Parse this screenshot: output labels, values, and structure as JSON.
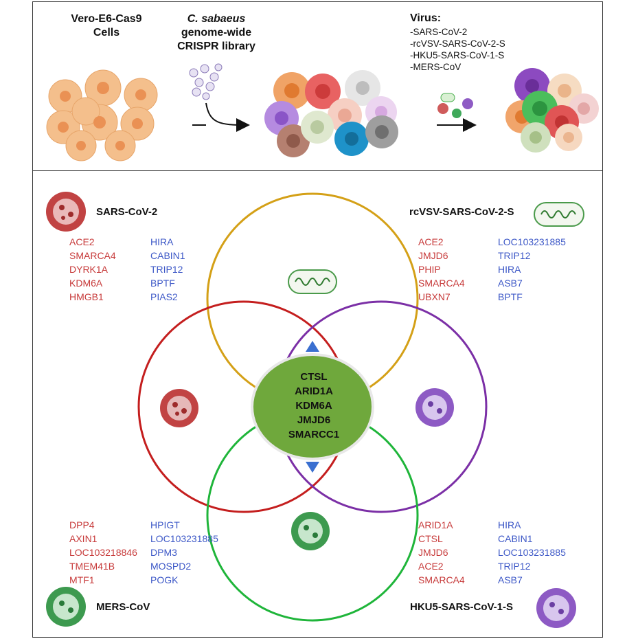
{
  "top": {
    "cells_label_1": "Vero-E6-Cas9",
    "cells_label_2": "Cells",
    "library_label_1": "C. sabaeus",
    "library_label_2": "genome-wide",
    "library_label_3": "CRISPR library",
    "virus_header": "Virus:",
    "viruses": [
      "-SARS-CoV-2",
      "-rcVSV-SARS-CoV-2-S",
      "-HKU5-SARS-CoV-1-S",
      "-MERS-CoV"
    ]
  },
  "quadrants": {
    "sars": {
      "title": "SARS-CoV-2",
      "red": [
        "ACE2",
        "SMARCA4",
        "DYRK1A",
        "KDM6A",
        "HMGB1"
      ],
      "blue": [
        "HIRA",
        "CABIN1",
        "TRIP12",
        "BPTF",
        "PIAS2"
      ],
      "color": "#c41e1e"
    },
    "rcvsv": {
      "title": "rcVSV-SARS-CoV-2-S",
      "red": [
        "ACE2",
        "JMJD6",
        "PHIP",
        "SMARCA4",
        "UBXN7"
      ],
      "blue": [
        "LOC103231885",
        "TRIP12",
        "HIRA",
        "ASB7",
        "BPTF"
      ],
      "color": "#d4a017"
    },
    "mers": {
      "title": "MERS-CoV",
      "red": [
        "DPP4",
        "AXIN1",
        "LOC103218846",
        "TMEM41B",
        "MTF1"
      ],
      "blue": [
        "HPIGT",
        "LOC103231885",
        "DPM3",
        "MOSPD2",
        "POGK"
      ],
      "color": "#1fb53a"
    },
    "hku5": {
      "title": "HKU5-SARS-CoV-1-S",
      "red": [
        "ARID1A",
        "CTSL",
        "JMJD6",
        "ACE2",
        "SMARCA4"
      ],
      "blue": [
        "HIRA",
        "CABIN1",
        "LOC103231885",
        "TRIP12",
        "ASB7"
      ],
      "color": "#7b2fa6"
    }
  },
  "center_genes": [
    "CTSL",
    "ARID1A",
    "KDM6A",
    "JMJD6",
    "SMARCC1"
  ],
  "colors": {
    "red_gene": "#c73a3a",
    "blue_gene": "#3d58c7",
    "center_fill": "#6fa83c",
    "arrow": "#3a6fd0"
  }
}
